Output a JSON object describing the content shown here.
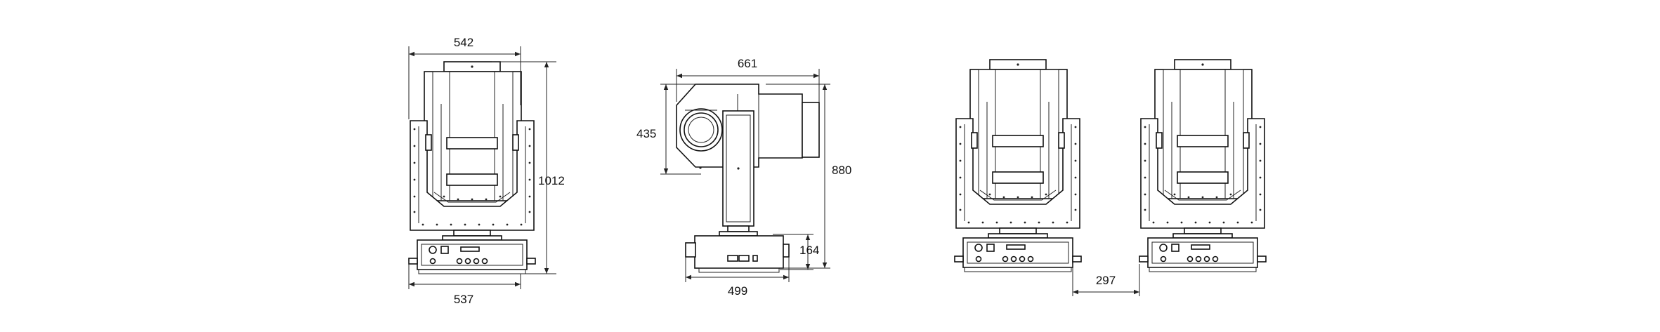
{
  "dimensions": {
    "front_top_width": "542",
    "front_total_height": "1012",
    "front_base_width": "537",
    "side_top_width": "661",
    "side_head_height": "435",
    "side_total_height": "880",
    "side_base_height": "164",
    "side_base_width": "499",
    "pair_spacing": "297"
  }
}
